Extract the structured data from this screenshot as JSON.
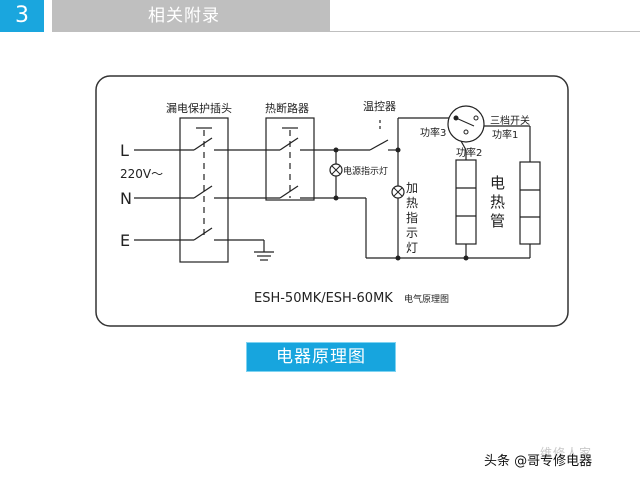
{
  "header": {
    "number": "3",
    "title": "相关附录",
    "colors": {
      "accent": "#1aa6de",
      "bar": "#bfbfbf"
    }
  },
  "diagram": {
    "labels": {
      "leakage_plug": "漏电保护插头",
      "thermal_breaker": "热断路器",
      "thermostat": "温控器",
      "three_switch": "三档开关",
      "power1": "功率1",
      "power2": "功率2",
      "power3": "功率3",
      "power_indicator": "电源指示灯",
      "heat_indicator_chars": [
        "加",
        "热",
        "指",
        "示",
        "灯"
      ],
      "heater_chars": [
        "电",
        "热",
        "管"
      ],
      "line_L": "L",
      "line_N": "N",
      "line_E": "E",
      "voltage": "220V～",
      "model": "ESH-50MK/ESH-60MK",
      "diagram_name": "电气原理图"
    }
  },
  "caption": "电器原理图",
  "watermark": {
    "faint": "维修人家",
    "main": "头条 @哥专修电器"
  }
}
